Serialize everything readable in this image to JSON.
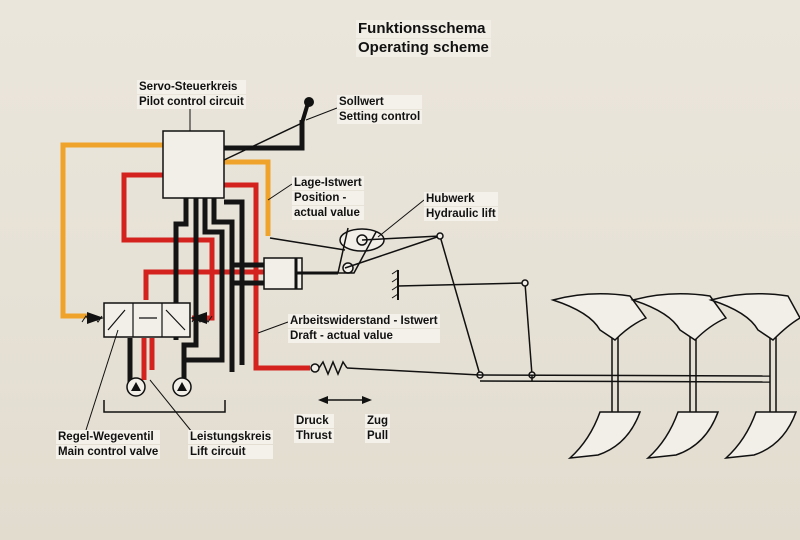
{
  "title": {
    "de": "Funktionsschema",
    "en": "Operating scheme"
  },
  "labels": {
    "servo": {
      "de": "Servo-Steuerkreis",
      "en": "Pilot control circuit"
    },
    "setpoint": {
      "de": "Sollwert",
      "en": "Setting control"
    },
    "position": {
      "de": "Lage-Istwert",
      "en": "Position -",
      "en2": "actual value"
    },
    "lift": {
      "de": "Hubwerk",
      "en": "Hydraulic lift"
    },
    "draft": {
      "de": "Arbeitswiderstand - Istwert",
      "en": "Draft - actual value"
    },
    "thrust": {
      "de": "Druck",
      "en": "Thrust"
    },
    "pull": {
      "de": "Zug",
      "en": "Pull"
    },
    "valve": {
      "de": "Regel-Wegeventil",
      "en": "Main control valve"
    },
    "liftcircuit": {
      "de": "Leistungskreis",
      "en": "Lift circuit"
    }
  },
  "colors": {
    "orange": "#f0a32a",
    "red": "#d4231f",
    "black": "#141414",
    "line": "#222222"
  }
}
